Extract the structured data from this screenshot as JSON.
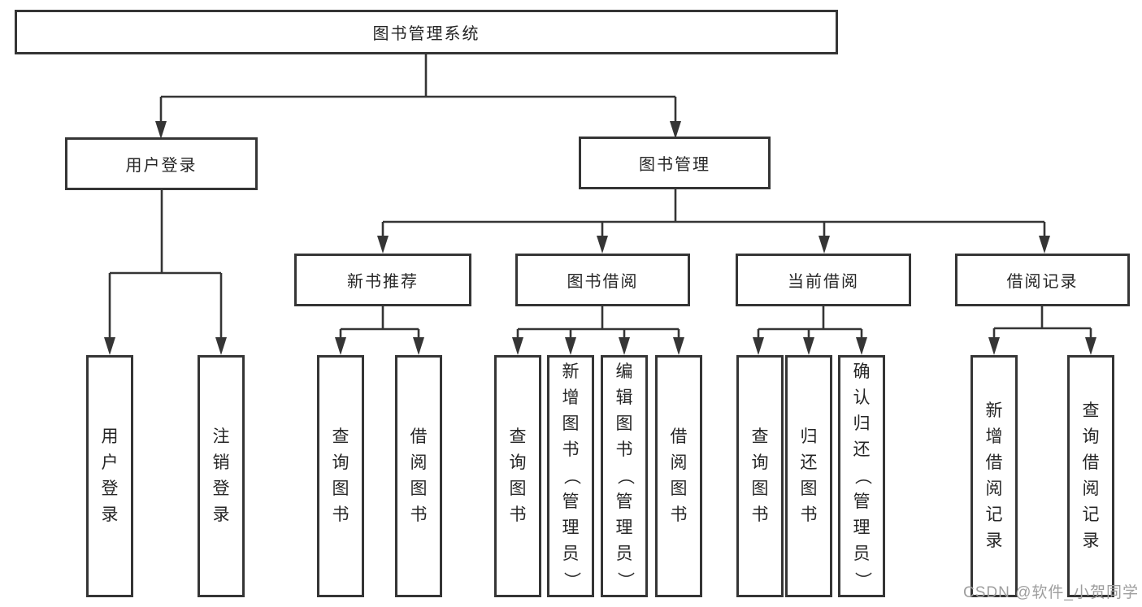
{
  "diagram": {
    "title": "图书管理系统",
    "nodes": {
      "root": "图书管理系统",
      "user_login": "用户登录",
      "book_mgmt": "图书管理",
      "new_book_rec": "新书推荐",
      "book_borrow": "图书借阅",
      "current_borrow": "当前借阅",
      "borrow_records": "借阅记录",
      "leaf_user_login": "用户登录",
      "leaf_logout": "注销登录",
      "leaf_query_book_1": "查询图书",
      "leaf_borrow_book_1": "借阅图书",
      "leaf_query_book_2": "查询图书",
      "leaf_add_book_admin": "新增图书（管理员）",
      "leaf_edit_book_admin": "编辑图书（管理员）",
      "leaf_borrow_book_2": "借阅图书",
      "leaf_query_book_3": "查询图书",
      "leaf_return_book": "归还图书",
      "leaf_confirm_return_admin": "确认归还（管理员）",
      "leaf_add_borrow_record": "新增借阅记录",
      "leaf_query_borrow_record": "查询借阅记录"
    },
    "colors": {
      "line": "#353535",
      "box_border": "#353535",
      "text": "#262626",
      "background": "#ffffff",
      "watermark": "#9e9e9e"
    },
    "watermark": "CSDN @软件_小贺同学"
  }
}
